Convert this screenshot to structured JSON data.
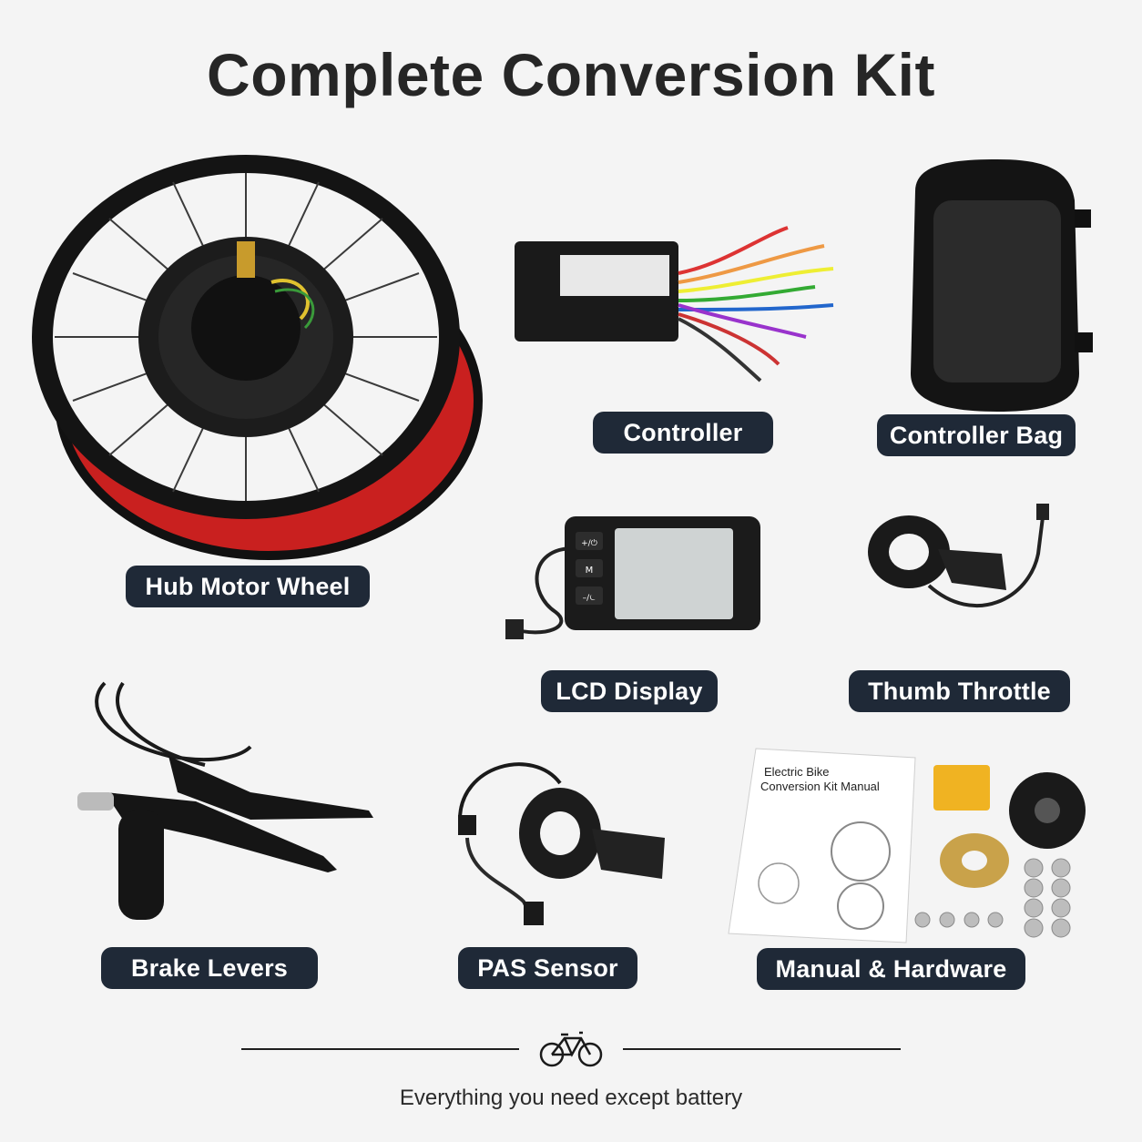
{
  "header": {
    "title": "Complete Conversion Kit"
  },
  "items": {
    "hub_motor_wheel": {
      "label": "Hub Motor Wheel"
    },
    "controller": {
      "label": "Controller"
    },
    "controller_bag": {
      "label": "Controller Bag"
    },
    "lcd_display": {
      "label": "LCD Display",
      "buttons": [
        "+/⏻",
        "M",
        "–/⏾"
      ]
    },
    "thumb_throttle": {
      "label": "Thumb Throttle"
    },
    "brake_levers": {
      "label": "Brake Levers"
    },
    "pas_sensor": {
      "label": "PAS Sensor"
    },
    "manual_hardware": {
      "label": "Manual & Hardware",
      "manual_title_line1": "Electric Bike",
      "manual_title_line2": "Conversion Kit Manual"
    }
  },
  "footer": {
    "icon": "bicycle-icon",
    "tagline": "Everything you need except battery"
  },
  "colors": {
    "background": "#f4f4f4",
    "label_bg": "#1f2937",
    "rim_red": "#d42a2a"
  }
}
